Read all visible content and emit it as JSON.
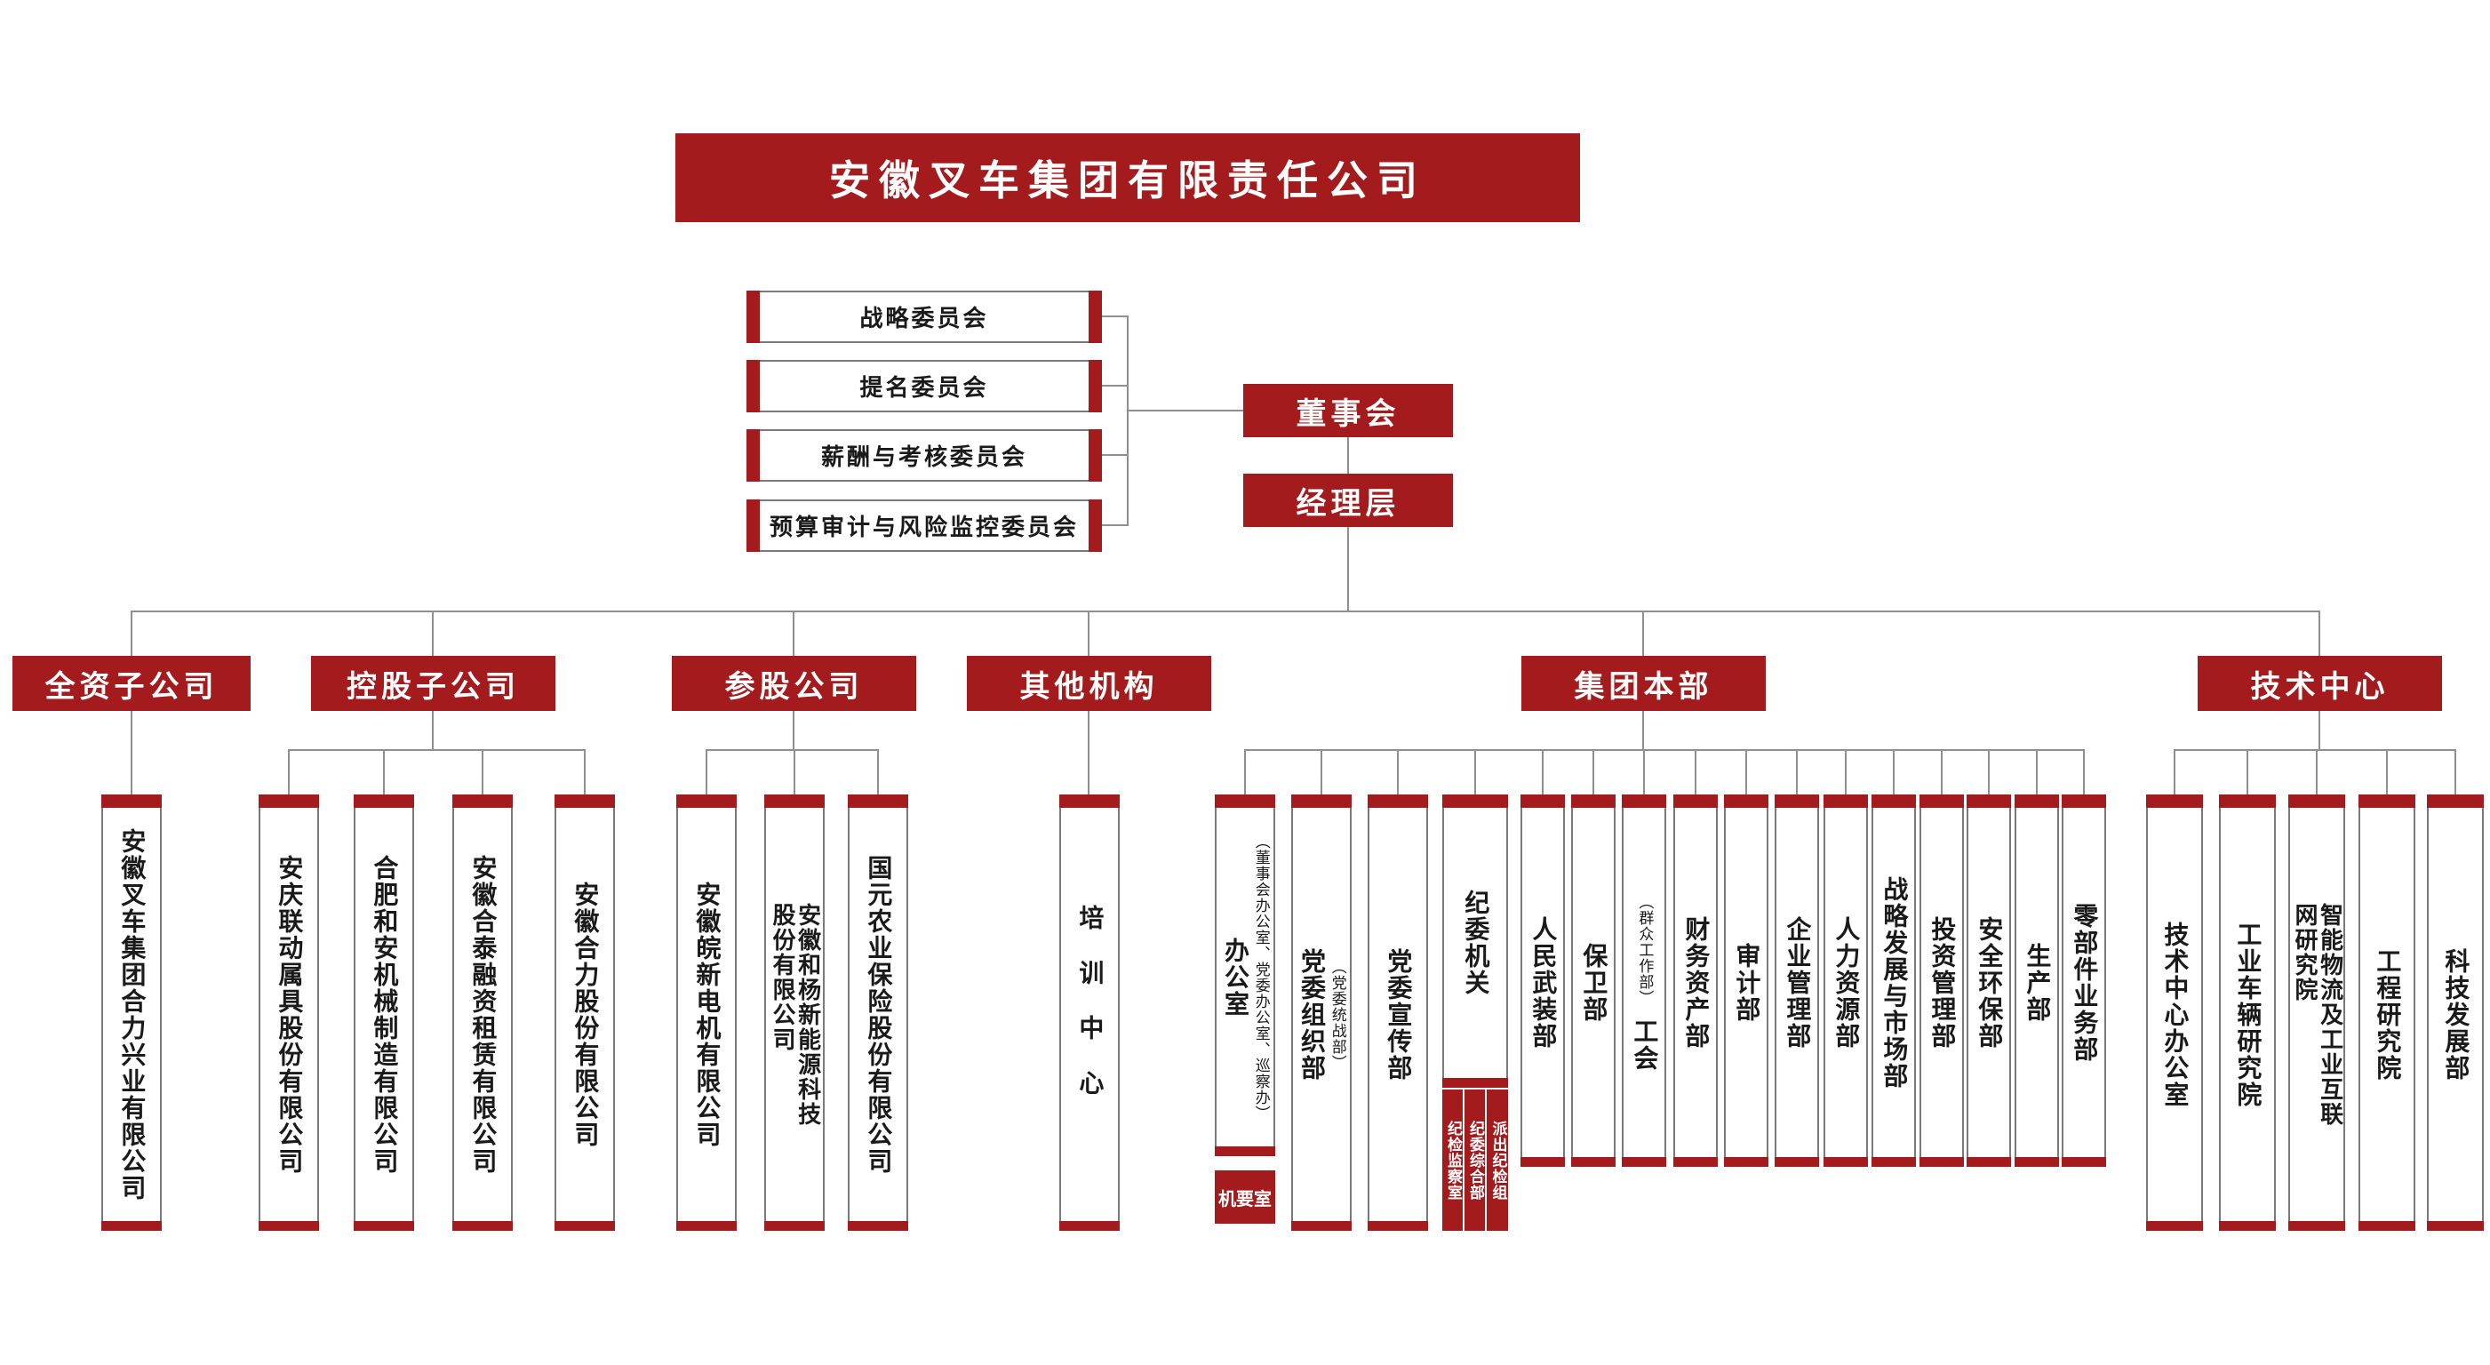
{
  "title": "安徽叉车集团有限责任公司",
  "colors": {
    "red": "#A31B1D",
    "line": "#8F8F8F",
    "border": "#7A7A7A",
    "text": "#1A1A1A"
  },
  "committees": [
    {
      "name": "战略委员会"
    },
    {
      "name": "提名委员会"
    },
    {
      "name": "薪酬与考核委员会"
    },
    {
      "name": "预算审计与风险监控委员会"
    }
  ],
  "board": {
    "label": "董事会"
  },
  "management": {
    "label": "经理层"
  },
  "branches": {
    "wholly_owned": {
      "label": "全资子公司",
      "children": [
        {
          "name": "安徽叉车集团合力兴业有限公司"
        }
      ]
    },
    "holding": {
      "label": "控股子公司",
      "children": [
        {
          "name": "安庆联动属具股份有限公司"
        },
        {
          "name": "合肥和安机械制造有限公司"
        },
        {
          "name": "安徽合泰融资租赁有限公司"
        },
        {
          "name": "安徽合力股份有限公司"
        }
      ]
    },
    "equity": {
      "label": "参股公司",
      "children": [
        {
          "name": "安徽皖新电机有限公司"
        },
        {
          "name": "安徽和杨新能源科技股份有限公司"
        },
        {
          "name": "国元农业保险股份有限公司"
        }
      ]
    },
    "other": {
      "label": "其他机构",
      "children": [
        {
          "name": "培训中心"
        }
      ]
    },
    "headquarters": {
      "label": "集团本部",
      "children": [
        {
          "name": "办公室",
          "note": "（董事会办公室、党委办公室、巡察办）",
          "sub": "机要室"
        },
        {
          "name": "党委组织部",
          "note": "（党委统战部）"
        },
        {
          "name": "党委宣传部"
        },
        {
          "name": "纪委机关",
          "subs": [
            "纪检监察室",
            "纪委综合部",
            "派出纪检组"
          ]
        },
        {
          "name": "人民武装部"
        },
        {
          "name": "保卫部"
        },
        {
          "name": "工会",
          "note": "（群众工作部）"
        },
        {
          "name": "财务资产部"
        },
        {
          "name": "审计部"
        },
        {
          "name": "企业管理部"
        },
        {
          "name": "人力资源部"
        },
        {
          "name": "战略发展与市场部"
        },
        {
          "name": "投资管理部"
        },
        {
          "name": "安全环保部"
        },
        {
          "name": "生产部"
        },
        {
          "name": "零部件业务部"
        }
      ]
    },
    "tech_center": {
      "label": "技术中心",
      "children": [
        {
          "name": "技术中心办公室"
        },
        {
          "name": "工业车辆研究院"
        },
        {
          "name": "智能物流及工业互联网研究院"
        },
        {
          "name": "工程研究院"
        },
        {
          "name": "科技发展部"
        }
      ]
    }
  }
}
